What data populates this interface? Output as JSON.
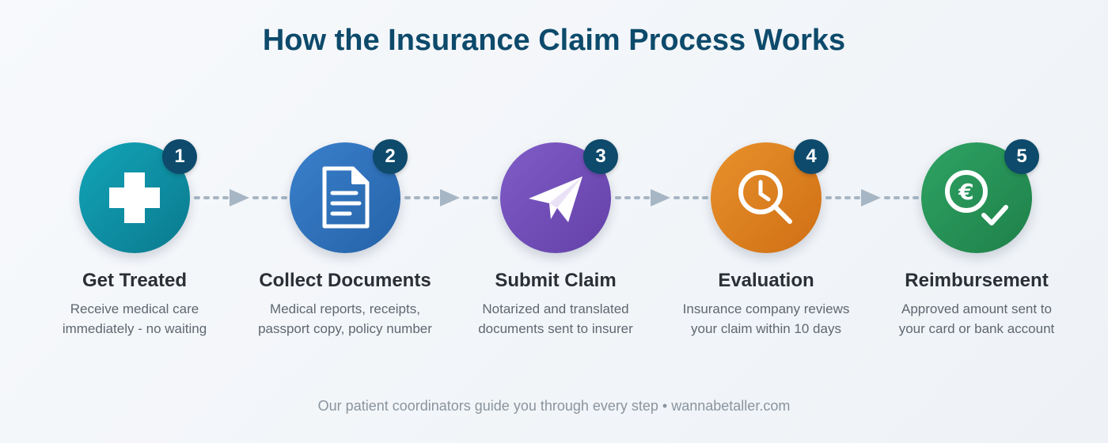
{
  "title": "How the Insurance Claim Process Works",
  "steps": [
    {
      "number": "1",
      "title": "Get Treated",
      "desc_line1": "Receive medical care",
      "desc_line2": "immediately - no waiting",
      "icon": "medical-cross-icon",
      "color_start": "#12a4b8",
      "color_end": "#0b7a8e"
    },
    {
      "number": "2",
      "title": "Collect Documents",
      "desc_line1": "Medical reports, receipts,",
      "desc_line2": "passport copy, policy number",
      "icon": "document-icon",
      "color_start": "#3a80cc",
      "color_end": "#2563a8"
    },
    {
      "number": "3",
      "title": "Submit Claim",
      "desc_line1": "Notarized and translated",
      "desc_line2": "documents sent to insurer",
      "icon": "paper-plane-icon",
      "color_start": "#7f5cc7",
      "color_end": "#6441a8"
    },
    {
      "number": "4",
      "title": "Evaluation",
      "desc_line1": "Insurance company reviews",
      "desc_line2": "your claim within 10 days",
      "icon": "clock-search-icon",
      "color_start": "#e8912c",
      "color_end": "#cf6f14"
    },
    {
      "number": "5",
      "title": "Reimbursement",
      "desc_line1": "Approved amount sent to",
      "desc_line2": "your card or bank account",
      "icon": "euro-check-icon",
      "color_start": "#2fa364",
      "color_end": "#1e8048"
    }
  ],
  "footer": "Our patient coordinators guide you through every step • wannabetaller.com",
  "colors": {
    "title": "#0d4a6b",
    "badge": "#0d4a6b",
    "connector": "#a7b6c4"
  }
}
